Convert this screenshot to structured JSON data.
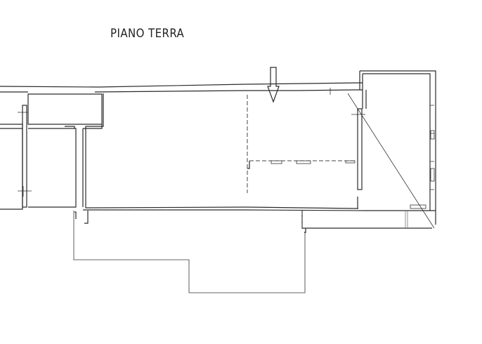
{
  "drawing": {
    "title": "PIANO TERRA",
    "type": "floor-plan",
    "entrance_marker": "down-arrow",
    "line_color": "#2a2a2a",
    "background": "#ffffff"
  }
}
